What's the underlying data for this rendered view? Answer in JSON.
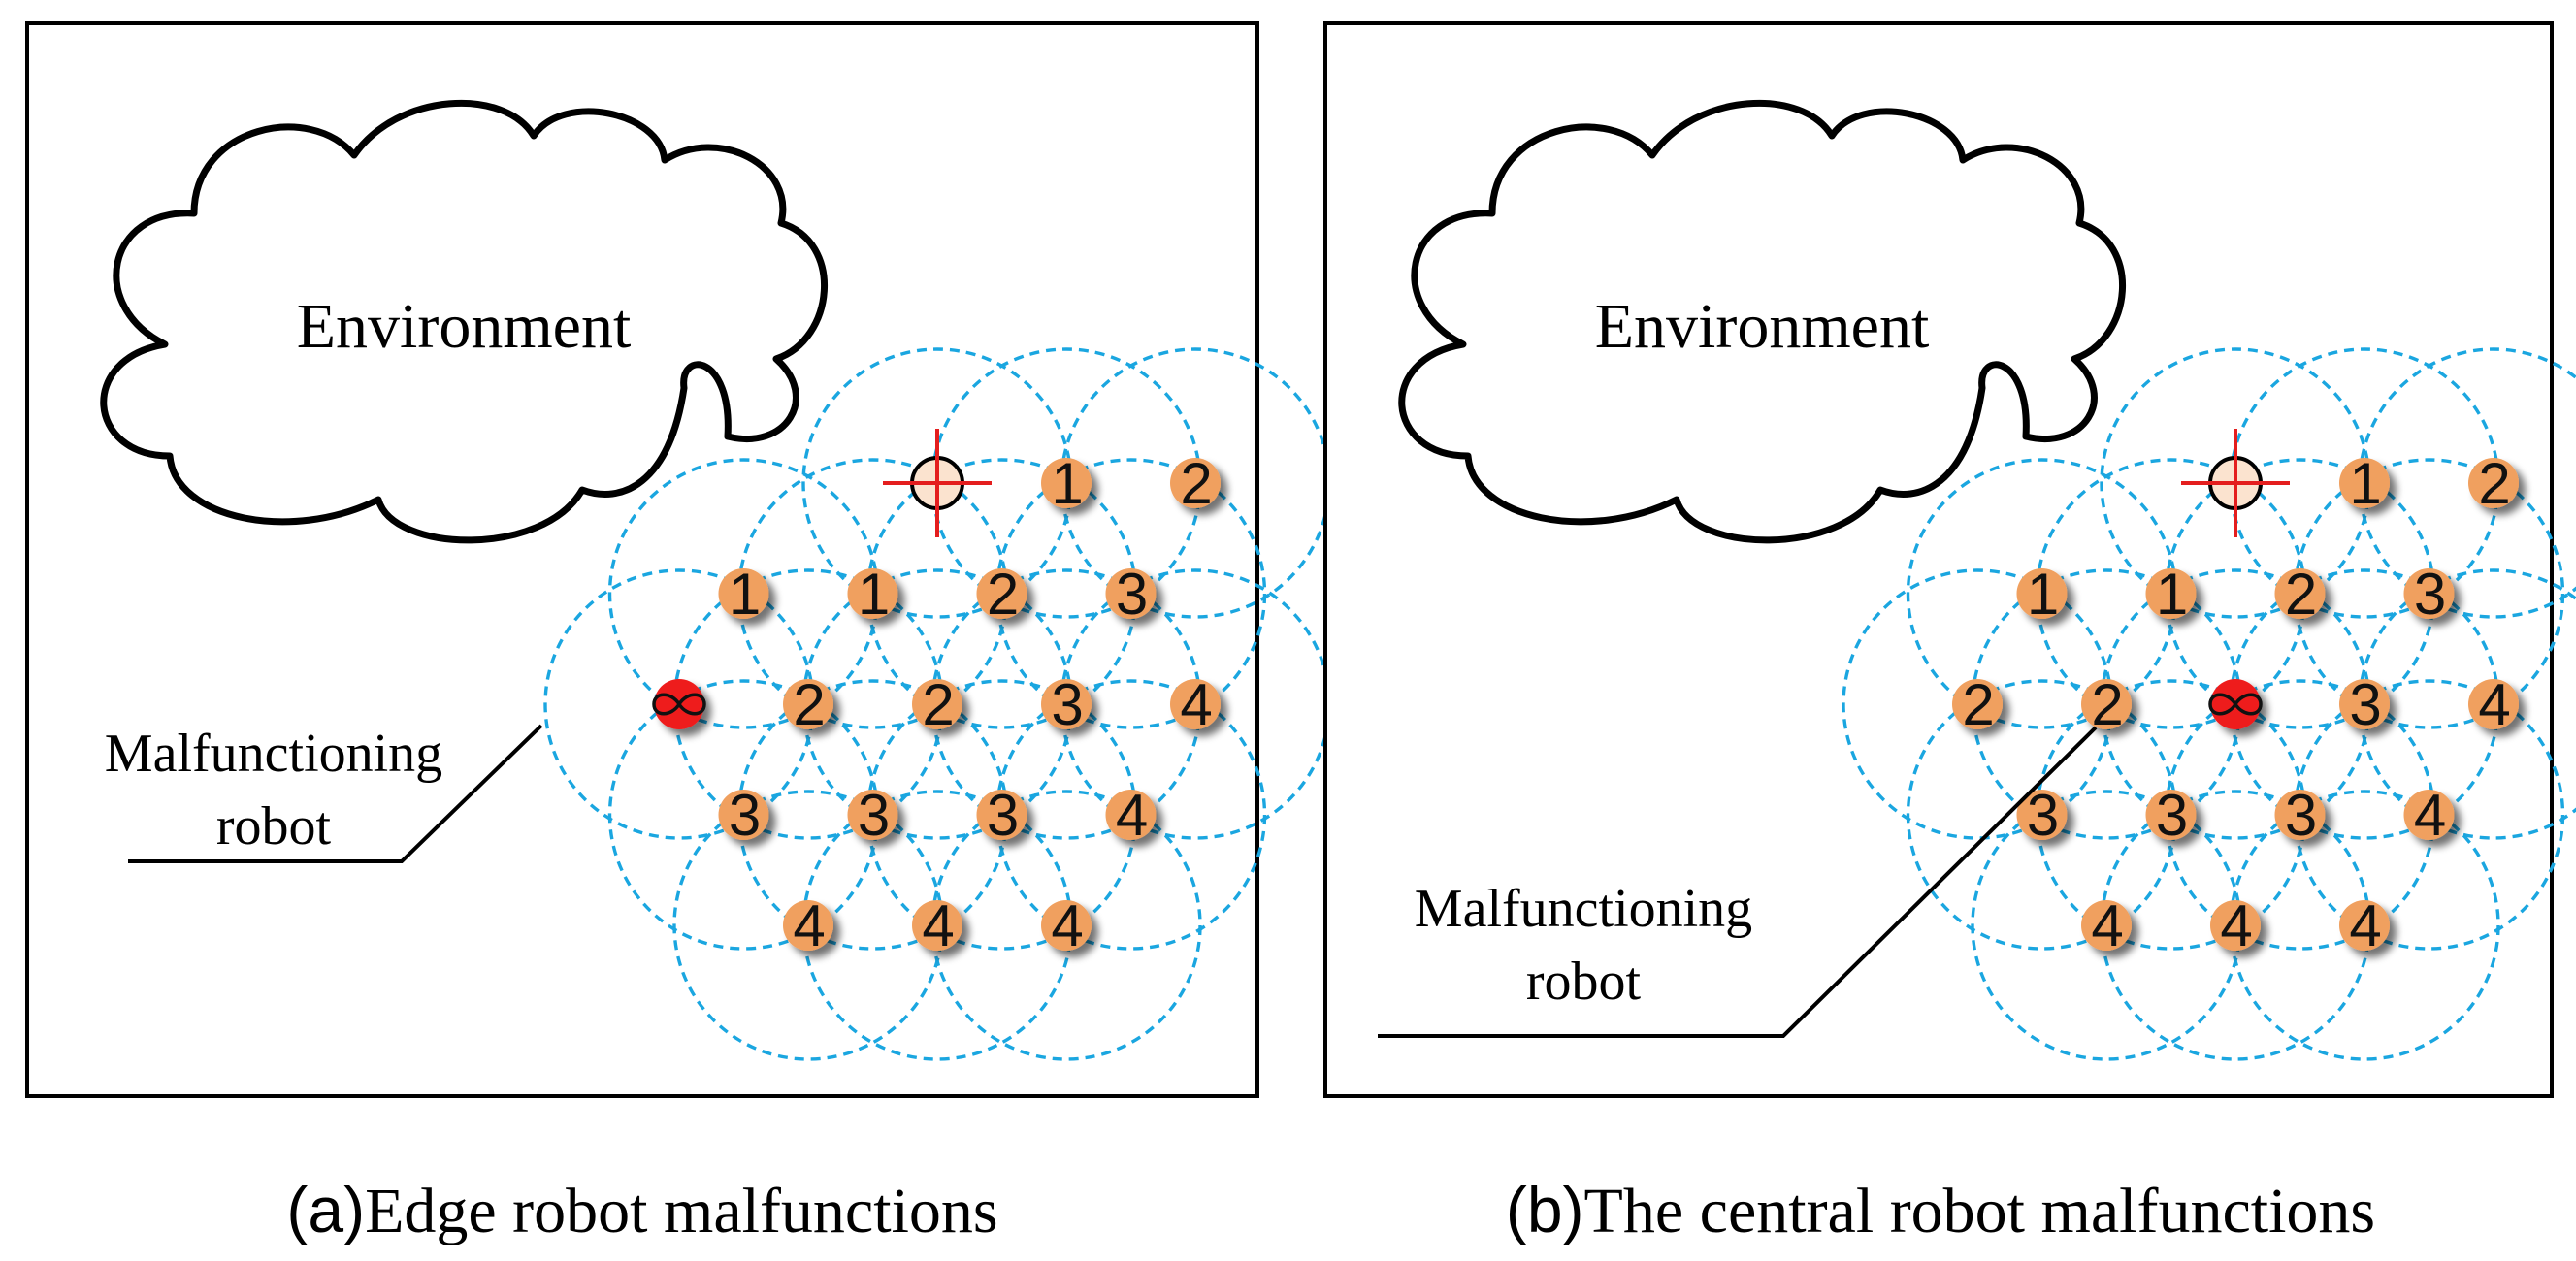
{
  "panels": [
    {
      "id": "a",
      "environment_label": "Environment",
      "malfunction_label_line1": "Malfunctioning",
      "malfunction_label_line2": "robot",
      "caption_letter": "(a)",
      "caption_text": "Edge robot malfunctions",
      "malfunction_position": "left edge of the formation",
      "robots": [
        {
          "grid": [
            2,
            0
          ],
          "role": "target"
        },
        {
          "grid": [
            3,
            0
          ],
          "label": "1"
        },
        {
          "grid": [
            4,
            0
          ],
          "label": "2"
        },
        {
          "grid": [
            0.5,
            1
          ],
          "label": "1"
        },
        {
          "grid": [
            1.5,
            1
          ],
          "label": "1"
        },
        {
          "grid": [
            2.5,
            1
          ],
          "label": "2"
        },
        {
          "grid": [
            3.5,
            1
          ],
          "label": "3"
        },
        {
          "grid": [
            0,
            2
          ],
          "role": "malfunction"
        },
        {
          "grid": [
            1,
            2
          ],
          "label": "2"
        },
        {
          "grid": [
            2,
            2
          ],
          "label": "2"
        },
        {
          "grid": [
            3,
            2
          ],
          "label": "3"
        },
        {
          "grid": [
            4,
            2
          ],
          "label": "4"
        },
        {
          "grid": [
            0.5,
            3
          ],
          "label": "3"
        },
        {
          "grid": [
            1.5,
            3
          ],
          "label": "3"
        },
        {
          "grid": [
            2.5,
            3
          ],
          "label": "3"
        },
        {
          "grid": [
            3.5,
            3
          ],
          "label": "4"
        },
        {
          "grid": [
            1,
            4
          ],
          "label": "4"
        },
        {
          "grid": [
            2,
            4
          ],
          "label": "4"
        },
        {
          "grid": [
            3,
            4
          ],
          "label": "4"
        }
      ]
    },
    {
      "id": "b",
      "environment_label": "Environment",
      "malfunction_label_line1": "Malfunctioning",
      "malfunction_label_line2": "robot",
      "caption_letter": "(b)",
      "caption_text": "The central robot malfunctions",
      "malfunction_position": "center of the formation",
      "robots": [
        {
          "grid": [
            2,
            0
          ],
          "role": "target"
        },
        {
          "grid": [
            3,
            0
          ],
          "label": "1"
        },
        {
          "grid": [
            4,
            0
          ],
          "label": "2"
        },
        {
          "grid": [
            0.5,
            1
          ],
          "label": "1"
        },
        {
          "grid": [
            1.5,
            1
          ],
          "label": "1"
        },
        {
          "grid": [
            2.5,
            1
          ],
          "label": "2"
        },
        {
          "grid": [
            3.5,
            1
          ],
          "label": "3"
        },
        {
          "grid": [
            0,
            2
          ],
          "label": "2"
        },
        {
          "grid": [
            1,
            2
          ],
          "label": "2"
        },
        {
          "grid": [
            2,
            2
          ],
          "role": "malfunction"
        },
        {
          "grid": [
            3,
            2
          ],
          "label": "3"
        },
        {
          "grid": [
            4,
            2
          ],
          "label": "4"
        },
        {
          "grid": [
            0.5,
            3
          ],
          "label": "3"
        },
        {
          "grid": [
            1.5,
            3
          ],
          "label": "3"
        },
        {
          "grid": [
            2.5,
            3
          ],
          "label": "3"
        },
        {
          "grid": [
            3.5,
            3
          ],
          "label": "4"
        },
        {
          "grid": [
            1,
            4
          ],
          "label": "4"
        },
        {
          "grid": [
            2,
            4
          ],
          "label": "4"
        },
        {
          "grid": [
            3,
            4
          ],
          "label": "4"
        }
      ]
    }
  ],
  "colors": {
    "robot_fill": "#f0a05e",
    "robot_shadow": "#9a9a9a",
    "malfunction_fill": "#ee1c1c",
    "target_fill": "#fbe3cf",
    "crosshair": "#e41e1e",
    "range_circle": "#1aa6e0",
    "outline": "#000000"
  },
  "icons": [
    "cloud-icon",
    "crosshair-target-icon",
    "infinity-fault-icon"
  ]
}
